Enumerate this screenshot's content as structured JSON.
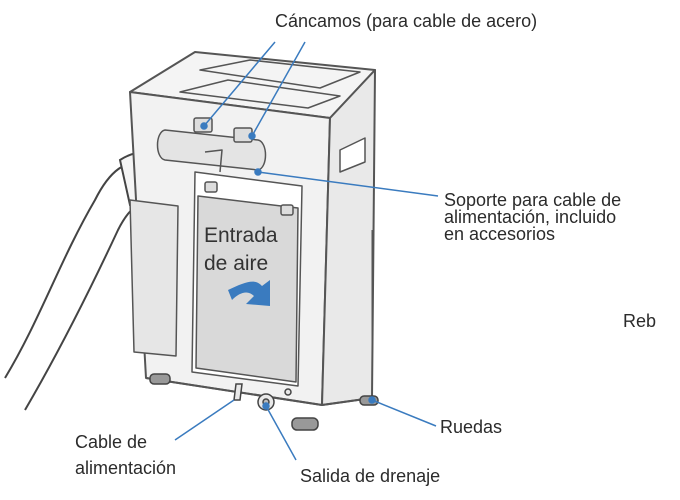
{
  "labels": {
    "eyebolts": "Cáncamos (para cable de acero)",
    "support_line1": "Soporte para cable de",
    "support_line2": "alimentación, incluido",
    "support_line3": "en accesorios",
    "cut_off_text": "Reb",
    "power_cable_line1": "Cable de",
    "power_cable_line2": "alimentación",
    "wheels": "Ruedas",
    "drain": "Salida de drenaje",
    "air_intake_line1": "Entrada",
    "air_intake_line2": "de aire"
  },
  "colors": {
    "leader_line": "#3a7bbf",
    "unit_outline": "#555555",
    "unit_fill": "#f2f2f2",
    "filter_fill": "#d9d9d9",
    "arrow_fill": "#3a7bbf",
    "hose_outline": "#444444"
  },
  "icons": [
    "arrow-icon",
    "eyebolt-icon",
    "wheel-icon",
    "drain-icon"
  ]
}
